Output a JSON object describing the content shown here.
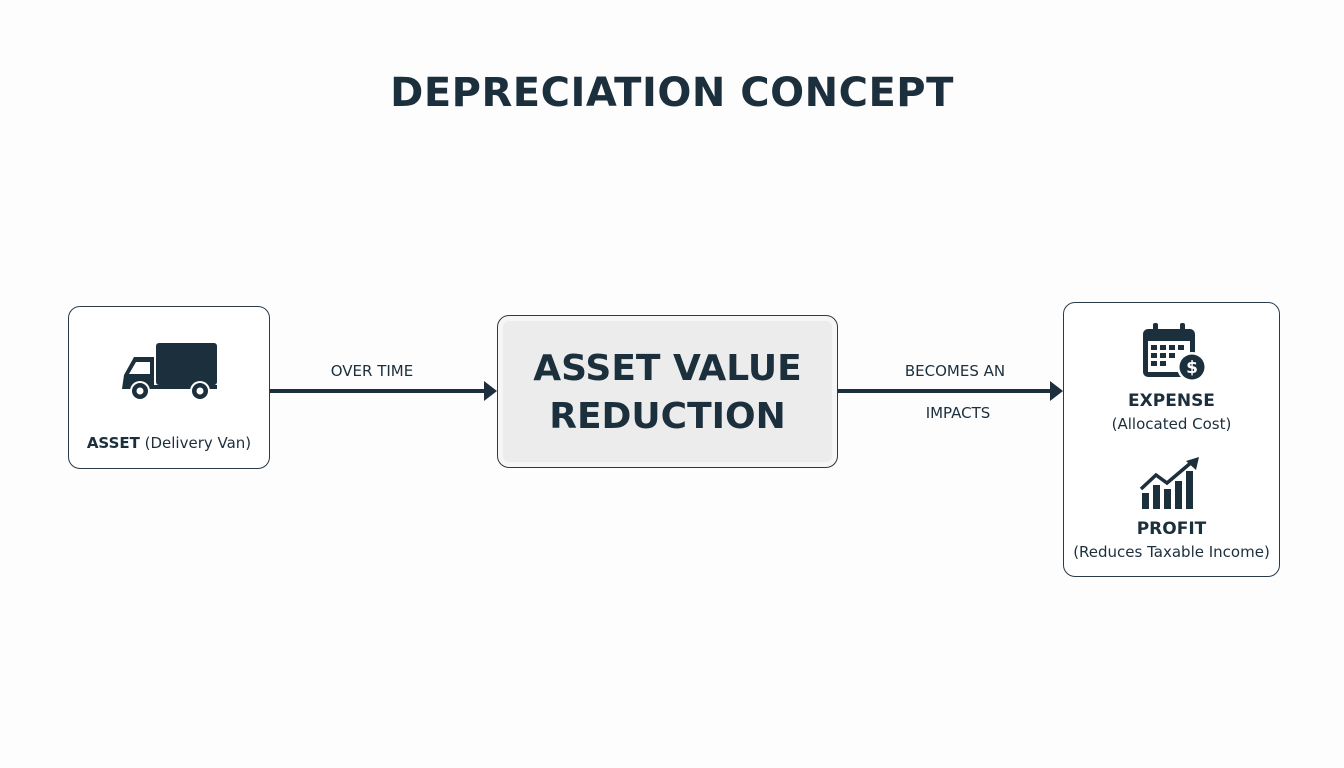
{
  "title": "DEPRECIATION CONCEPT",
  "asset": {
    "label_bold": "ASSET",
    "label_rest": " (Delivery Van)",
    "icon": "delivery-van-icon"
  },
  "arrow1": {
    "label": "OVER TIME"
  },
  "reduction": {
    "line1": "ASSET VALUE",
    "line2": "REDUCTION"
  },
  "arrow2": {
    "label_top": "BECOMES AN",
    "label_bottom": "IMPACTS"
  },
  "expense": {
    "title": "EXPENSE",
    "subtitle": "(Allocated Cost)",
    "icon": "calendar-dollar-icon"
  },
  "profit": {
    "title": "PROFIT",
    "subtitle": "(Reduces Taxable Income)",
    "icon": "growth-chart-icon"
  },
  "colors": {
    "ink": "#1c2f3c",
    "center_fill": "#ececec"
  }
}
